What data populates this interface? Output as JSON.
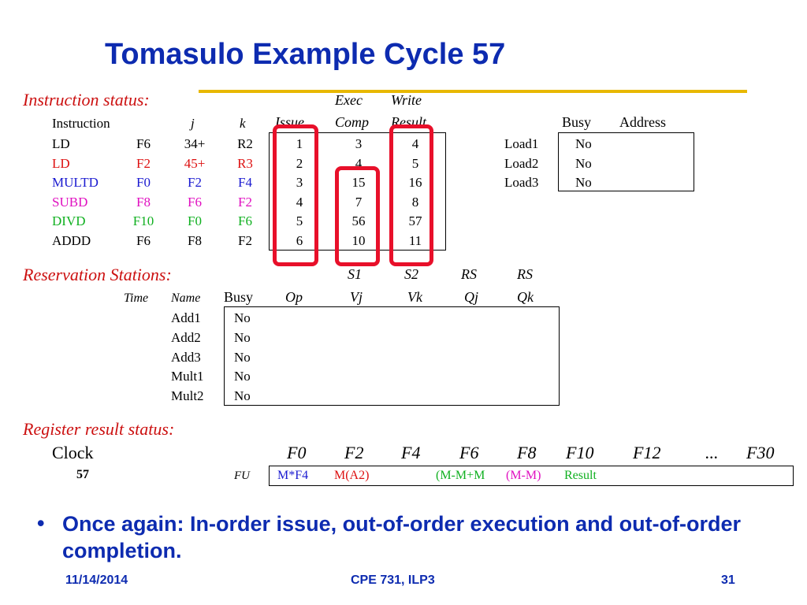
{
  "title": "Tomasulo Example Cycle 57",
  "instruction_status": {
    "section_label": "Instruction status:",
    "exec_label": "Exec",
    "write_label": "Write",
    "headers": [
      "Instruction",
      "j",
      "k",
      "Issue",
      "Comp",
      "Result"
    ],
    "rows": [
      {
        "op": "LD",
        "dest": "F6",
        "j": "34+",
        "k": "R2",
        "issue": "1",
        "comp": "3",
        "result": "4",
        "color": "#000000"
      },
      {
        "op": "LD",
        "dest": "F2",
        "j": "45+",
        "k": "R3",
        "issue": "2",
        "comp": "4",
        "result": "5",
        "color": "#dd1010"
      },
      {
        "op": "MULTD",
        "dest": "F0",
        "j": "F2",
        "k": "F4",
        "issue": "3",
        "comp": "15",
        "result": "16",
        "color": "#1a1ad0"
      },
      {
        "op": "SUBD",
        "dest": "F8",
        "j": "F6",
        "k": "F2",
        "issue": "4",
        "comp": "7",
        "result": "8",
        "color": "#e010c0"
      },
      {
        "op": "DIVD",
        "dest": "F10",
        "j": "F0",
        "k": "F6",
        "issue": "5",
        "comp": "56",
        "result": "57",
        "color": "#10b020"
      },
      {
        "op": "ADDD",
        "dest": "F6",
        "j": "F8",
        "k": "F2",
        "issue": "6",
        "comp": "10",
        "result": "11",
        "color": "#000000"
      }
    ]
  },
  "load_buffers": {
    "headers": [
      "Busy",
      "Address"
    ],
    "rows": [
      {
        "name": "Load1",
        "busy": "No",
        "address": ""
      },
      {
        "name": "Load2",
        "busy": "No",
        "address": ""
      },
      {
        "name": "Load3",
        "busy": "No",
        "address": ""
      }
    ]
  },
  "reservation_stations": {
    "section_label": "Reservation Stations:",
    "top_headers": [
      "S1",
      "S2",
      "RS",
      "RS"
    ],
    "headers": [
      "Time",
      "Name",
      "Busy",
      "Op",
      "Vj",
      "Vk",
      "Qj",
      "Qk"
    ],
    "rows": [
      {
        "name": "Add1",
        "busy": "No"
      },
      {
        "name": "Add2",
        "busy": "No"
      },
      {
        "name": "Add3",
        "busy": "No"
      },
      {
        "name": "Mult1",
        "busy": "No"
      },
      {
        "name": "Mult2",
        "busy": "No"
      }
    ]
  },
  "register_status": {
    "section_label": "Register result status:",
    "clock_label": "Clock",
    "clock_value": "57",
    "fu_label": "FU",
    "registers": [
      "F0",
      "F2",
      "F4",
      "F6",
      "F8",
      "F10",
      "F12",
      "...",
      "F30"
    ],
    "values": [
      {
        "text": "M*F4",
        "color": "#1a1ad0"
      },
      {
        "text": "M(A2)",
        "color": "#dd1010"
      },
      {
        "text": "",
        "color": "#000000"
      },
      {
        "text": "(M-M+M",
        "color": "#10b020"
      },
      {
        "text": "(M-M)",
        "color": "#e010c0"
      },
      {
        "text": "Result",
        "color": "#10b020"
      }
    ]
  },
  "bullet": {
    "symbol": "•",
    "text": "Once again: In-order issue, out-of-order execution and out-of-order completion."
  },
  "footer": {
    "date": "11/14/2014",
    "course": "CPE 731, ILP3",
    "page": "31"
  }
}
